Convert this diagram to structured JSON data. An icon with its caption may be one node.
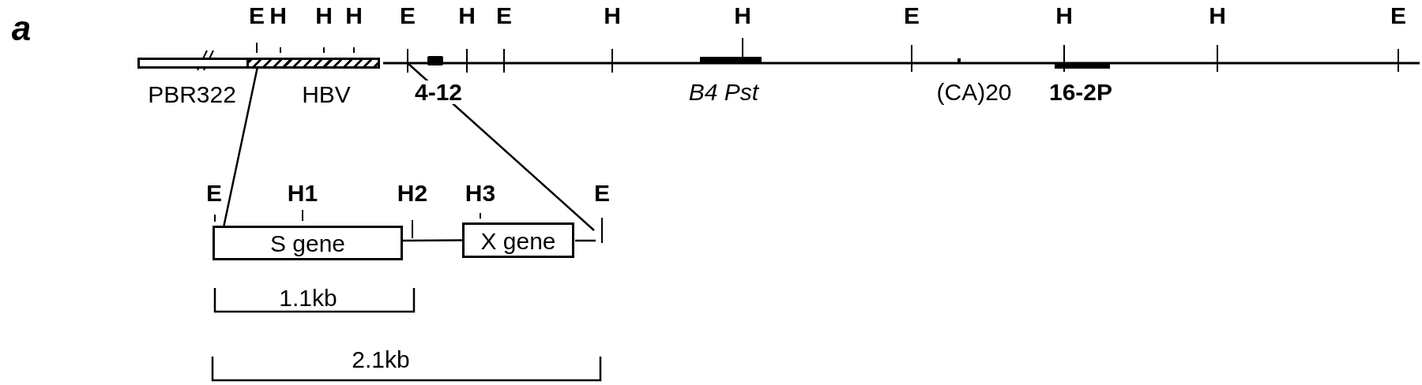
{
  "diagram": {
    "nodes": [
      {
        "text": [
          "PBR322"
        ]
      },
      {
        "text": [
          "HBV"
        ]
      },
      {
        "text": [
          "S gene"
        ]
      },
      {
        "text": [
          "X gene"
        ]
      }
    ],
    "edges": [
      {
        "from": 1,
        "to": 2,
        "arrow": "none"
      },
      {
        "from": 2,
        "to": 3,
        "arrow": "none"
      }
    ],
    "labels": [
      "a",
      "E",
      "H",
      "H",
      "H",
      "E",
      "H",
      "E",
      "H",
      "H",
      "E",
      "H",
      "H",
      "E",
      "4-12",
      "B4 Pst",
      "(CA)20",
      "16-2P",
      "E",
      "H1",
      "H2",
      "H3",
      "E",
      "1.1kb",
      "2.1kb"
    ]
  }
}
